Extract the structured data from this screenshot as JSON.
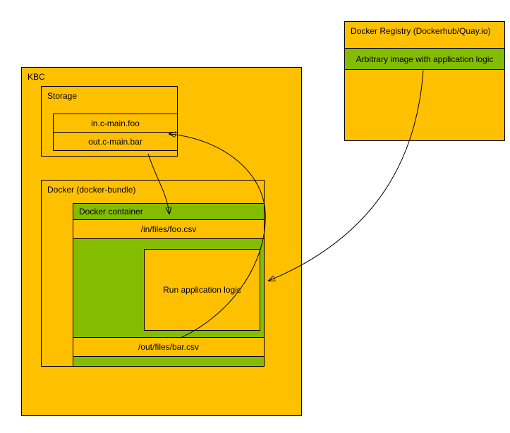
{
  "registry": {
    "label": "Docker Registry (Dockerhub/Quay.io)",
    "image": "Arbitrary image with application logic"
  },
  "kbc": {
    "label": "KBC",
    "storage": {
      "label": "Storage",
      "rows": [
        "in.c-main.foo",
        "out.c-main.bar"
      ]
    },
    "docker_bundle": {
      "label": "Docker (docker-bundle)",
      "container": {
        "label": "Docker container",
        "in_file": "/in/files/foo.csv",
        "run": "Run application logic",
        "out_file": "/out/files/bar.csv"
      }
    }
  },
  "colors": {
    "yellow": "#FFC000",
    "green": "#84BD00",
    "border": "#000000"
  }
}
